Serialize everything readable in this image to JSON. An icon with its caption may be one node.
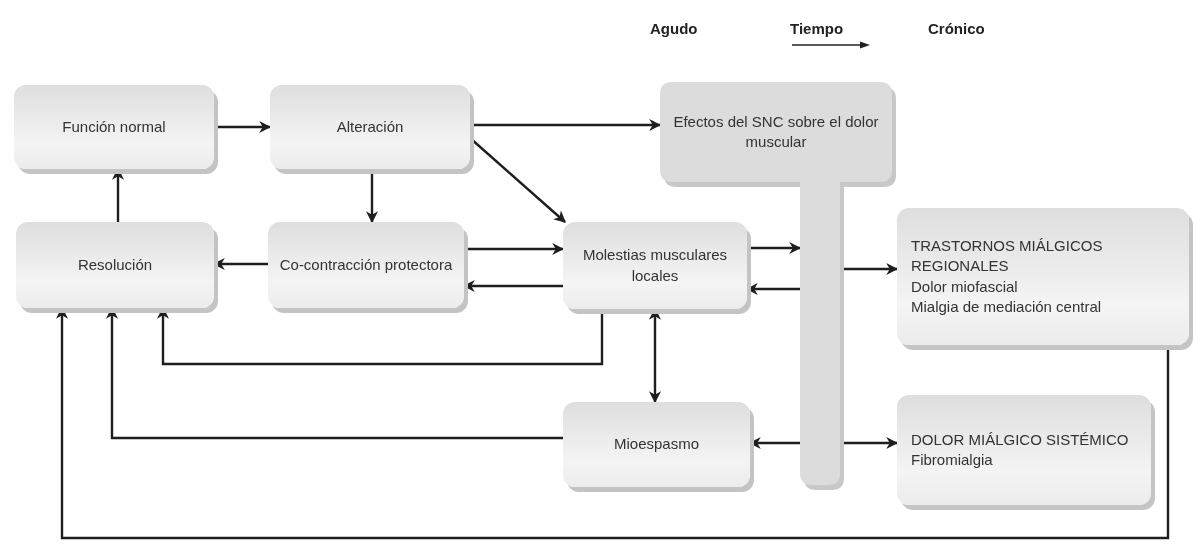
{
  "diagram": {
    "nodes": [
      {
        "text": [
          "Función normal"
        ]
      },
      {
        "text": [
          "Alteración"
        ]
      },
      {
        "text": [
          "Efectos del SNC sobre el dolor muscular"
        ]
      },
      {
        "text": [
          "Resolución"
        ]
      },
      {
        "text": [
          "Co-contracción protectora"
        ]
      },
      {
        "text": [
          "Molestias musculares locales"
        ]
      },
      {
        "text": [
          "TRASTORNOS MIÁLGICOS REGIONALES",
          "Dolor miofascial",
          "Mialgia de mediación central"
        ]
      },
      {
        "text": [
          "Mioespasmo"
        ]
      },
      {
        "text": [
          "DOLOR MIÁLGICO SISTÉMICO",
          "Fibromialgia"
        ]
      }
    ],
    "edges": [
      {
        "from": 0,
        "to": 1,
        "arrow": "to"
      },
      {
        "from": 1,
        "to": 2,
        "arrow": "to"
      },
      {
        "from": 1,
        "to": 5,
        "arrow": "to"
      },
      {
        "from": 1,
        "to": 4,
        "arrow": "to"
      },
      {
        "from": 3,
        "to": 0,
        "arrow": "to"
      },
      {
        "from": 4,
        "to": 3,
        "arrow": "to"
      },
      {
        "from": 4,
        "to": 5,
        "arrow": "to"
      },
      {
        "from": 5,
        "to": 4,
        "arrow": "to"
      },
      {
        "from": 5,
        "to": 2,
        "arrow": "to"
      },
      {
        "from": 2,
        "to": 5,
        "arrow": "to"
      },
      {
        "from": 2,
        "to": 6,
        "arrow": "to"
      },
      {
        "from": 5,
        "to": 3,
        "arrow": "to"
      },
      {
        "from": 5,
        "to": 7,
        "arrow": "both"
      },
      {
        "from": 7,
        "to": 3,
        "arrow": "to"
      },
      {
        "from": 2,
        "to": 7,
        "arrow": "to"
      },
      {
        "from": 2,
        "to": 8,
        "arrow": "to"
      },
      {
        "from": 6,
        "to": 3,
        "arrow": "to"
      }
    ],
    "labels": [
      "Agudo",
      "Tiempo",
      "Crónico"
    ]
  }
}
